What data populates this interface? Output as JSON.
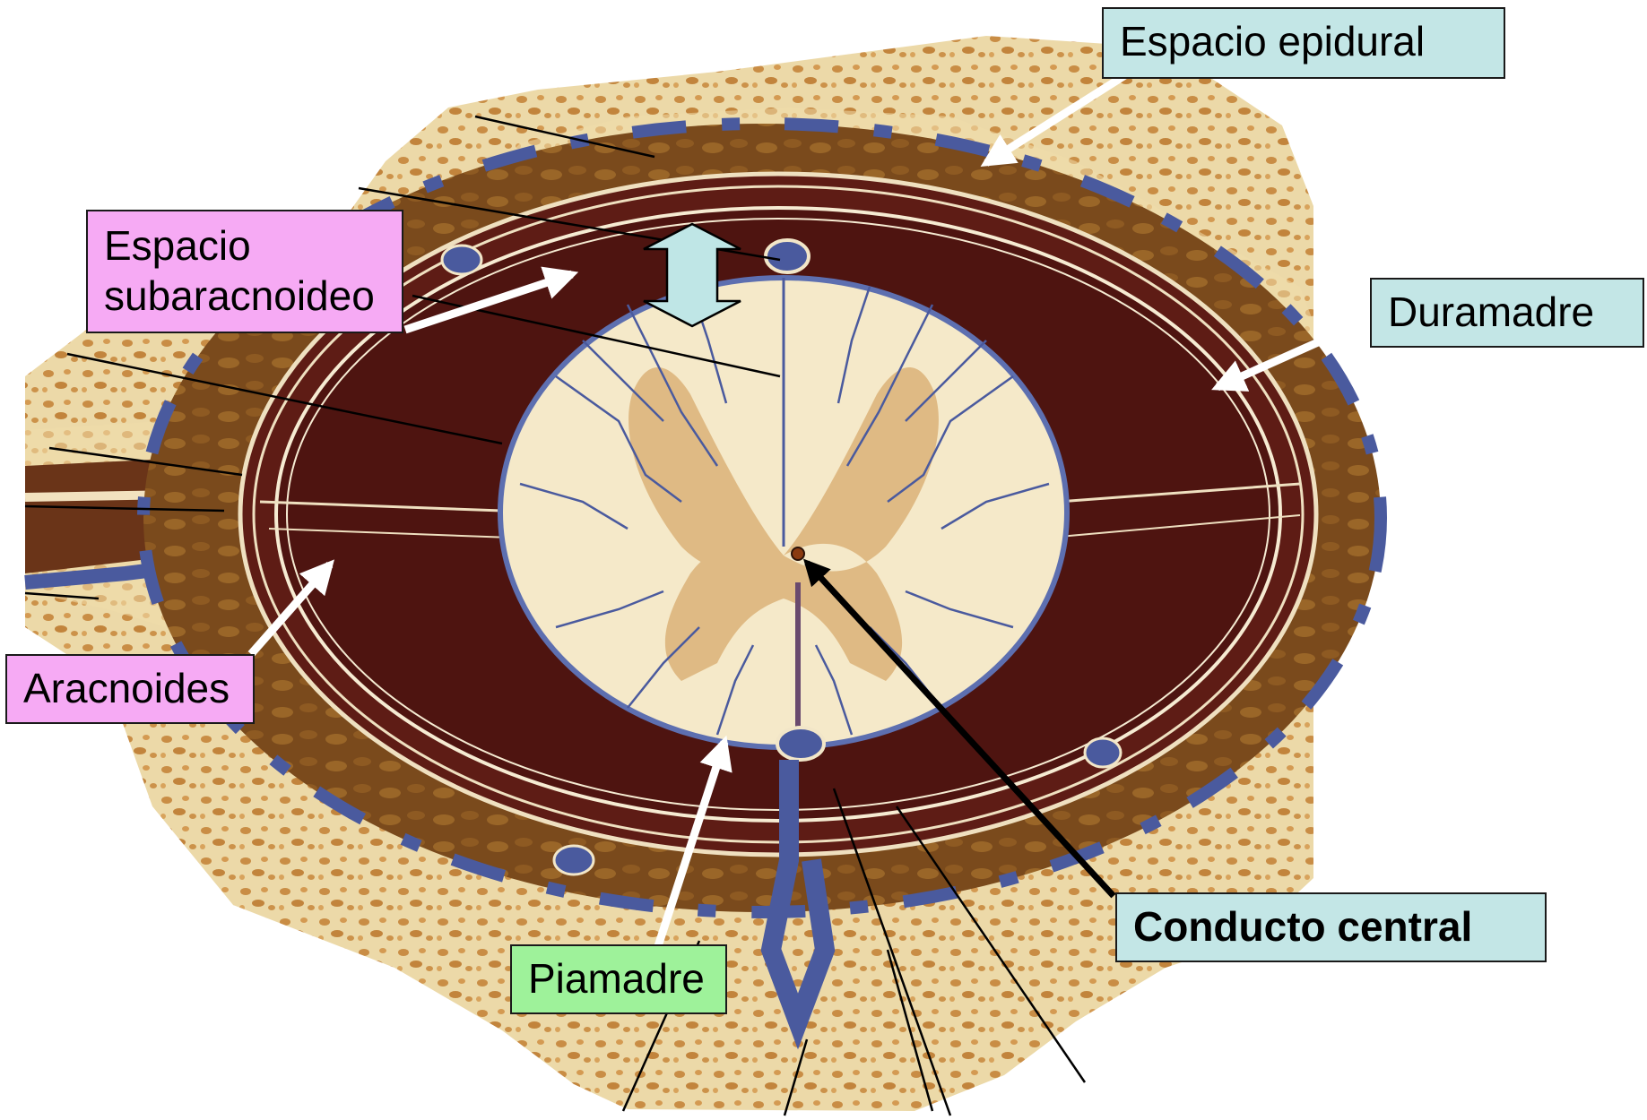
{
  "colors": {
    "blue_label": "#c3e6e6",
    "pink_label": "#f6aaf4",
    "green_label": "#9ef29a",
    "bone": "#e8d3a0",
    "dura": "#5a1a14",
    "cord_white": "#f5e9c9",
    "grey_matter": "#dcb37a",
    "vessel": "#4a5a9e"
  },
  "labels": {
    "epidural": "Espacio epidural",
    "subaracnoideo_line1": "Espacio",
    "subaracnoideo_line2": "subaracnoideo",
    "duramadre": "Duramadre",
    "aracnoides": "Aracnoides",
    "conducto_central": "Conducto central",
    "piamadre": "Piamadre"
  }
}
